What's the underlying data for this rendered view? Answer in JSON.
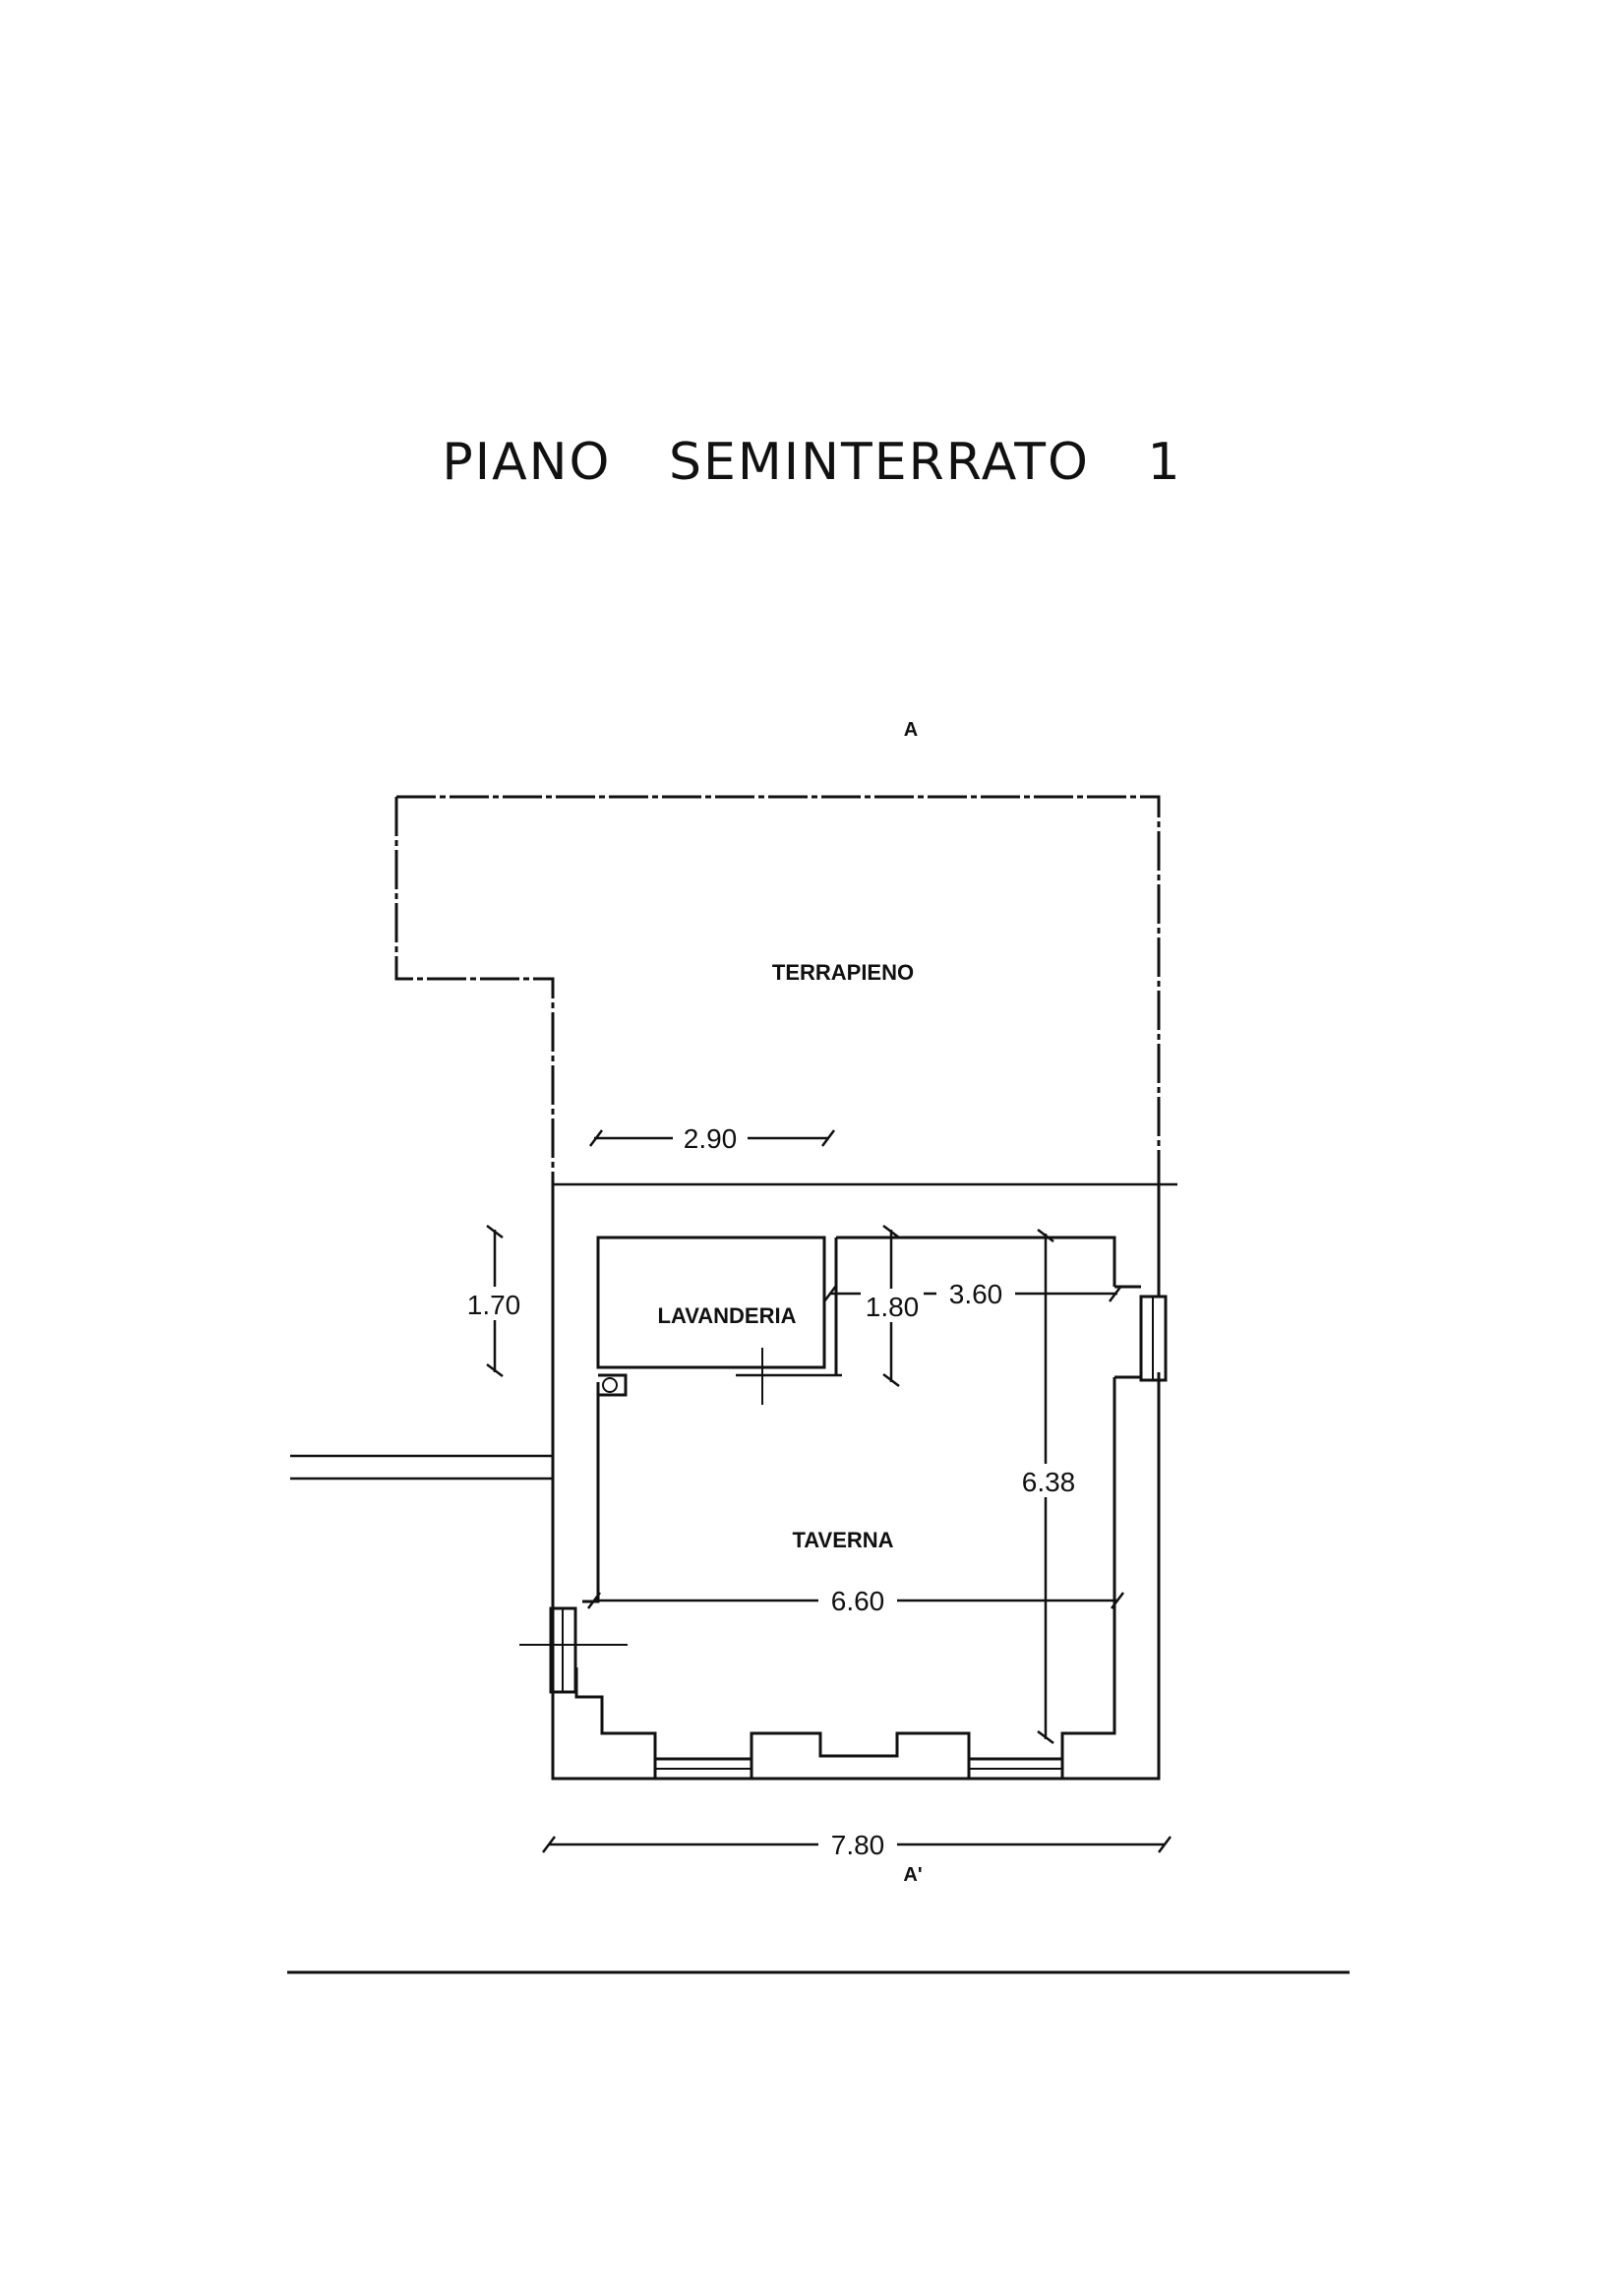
{
  "title": "PIANO   SEMINTERRATO 1",
  "section_marks": {
    "top": "A",
    "bottom": "A'"
  },
  "rooms": {
    "terrapieno": "TERRAPIENO",
    "lavanderia": "LAVANDERIA",
    "taverna": "TAVERNA"
  },
  "dimensions": {
    "terrapieno_width": "2.90",
    "side_height": "1.70",
    "lavanderia_height": "1.80",
    "upper_width": "3.60",
    "taverna_height": "6.38",
    "taverna_width": "6.60",
    "overall_width": "7.80"
  }
}
